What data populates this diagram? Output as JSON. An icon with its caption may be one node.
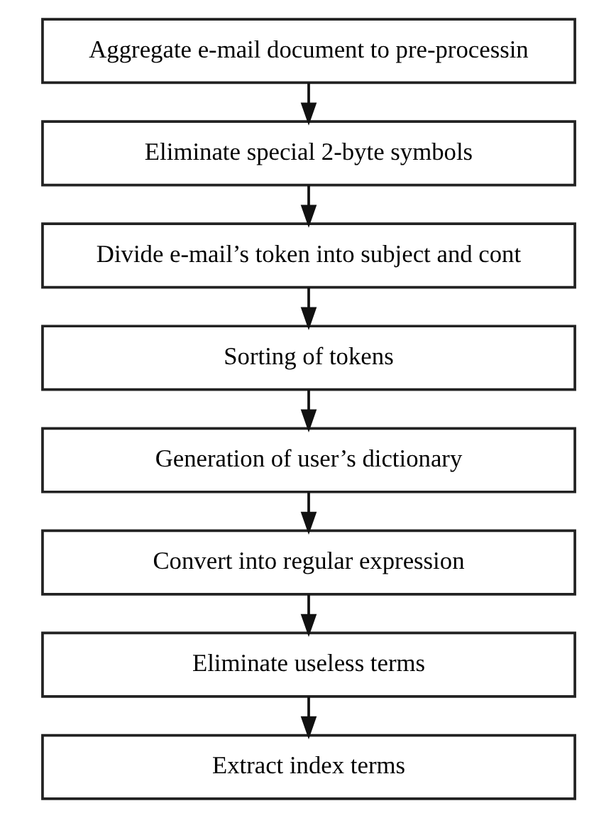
{
  "diagram": {
    "nodes": [
      {
        "text": [
          "Aggregate e-mail document to pre-processin"
        ]
      },
      {
        "text": [
          "Eliminate special 2-byte symbols"
        ]
      },
      {
        "text": [
          "Divide e-mail’s token into subject and cont"
        ]
      },
      {
        "text": [
          "Sorting of tokens"
        ]
      },
      {
        "text": [
          "Generation of user’s dictionary"
        ]
      },
      {
        "text": [
          "Convert into regular expression"
        ]
      },
      {
        "text": [
          "Eliminate useless terms"
        ]
      },
      {
        "text": [
          "Extract index terms"
        ]
      }
    ],
    "edges": [
      {
        "from": 0,
        "to": 1,
        "arrow": "to"
      },
      {
        "from": 1,
        "to": 2,
        "arrow": "to"
      },
      {
        "from": 2,
        "to": 3,
        "arrow": "to"
      },
      {
        "from": 3,
        "to": 4,
        "arrow": "to"
      },
      {
        "from": 4,
        "to": 5,
        "arrow": "to"
      },
      {
        "from": 5,
        "to": 6,
        "arrow": "to"
      },
      {
        "from": 6,
        "to": 7,
        "arrow": "to"
      }
    ]
  }
}
